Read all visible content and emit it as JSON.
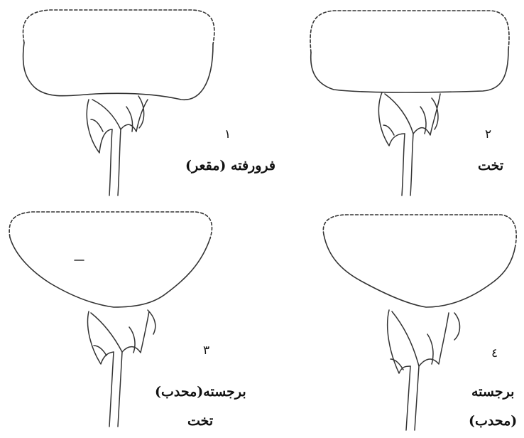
{
  "panels": [
    {
      "number": "١",
      "caption": [
        "فرورفته (مقعر)"
      ]
    },
    {
      "number": "٢",
      "caption": [
        "تخت"
      ]
    },
    {
      "number": "٣",
      "caption": [
        "برجسته(محدب)",
        "تخت"
      ]
    },
    {
      "number": "٤",
      "caption": [
        "برجسته",
        "(محدب)"
      ]
    }
  ]
}
